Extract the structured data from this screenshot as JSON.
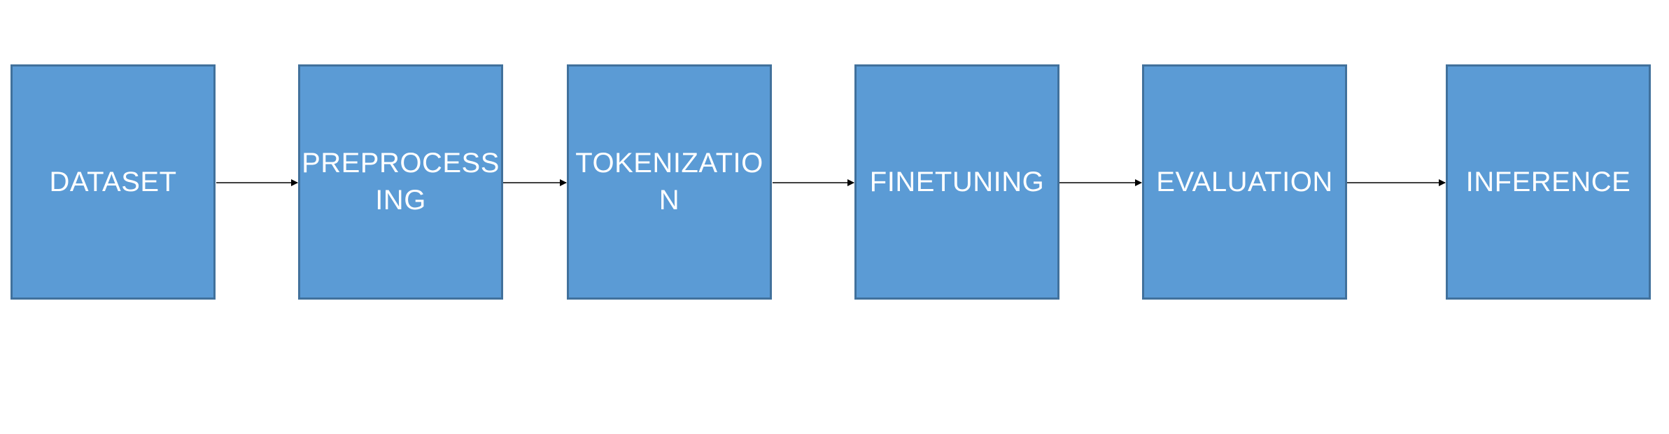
{
  "diagram": {
    "steps": [
      {
        "id": "dataset",
        "label": "DATASET"
      },
      {
        "id": "preprocessing",
        "label": "PREPROCESSING"
      },
      {
        "id": "tokenization",
        "label": "TOKENIZATION"
      },
      {
        "id": "finetuning",
        "label": "FINETUNING"
      },
      {
        "id": "evaluation",
        "label": "EVALUATION"
      },
      {
        "id": "inference",
        "label": "INFERENCE"
      }
    ],
    "colors": {
      "box_fill": "#5b9bd5",
      "box_border": "#41719c",
      "label_text": "#ffffff",
      "arrow": "#000000"
    }
  }
}
